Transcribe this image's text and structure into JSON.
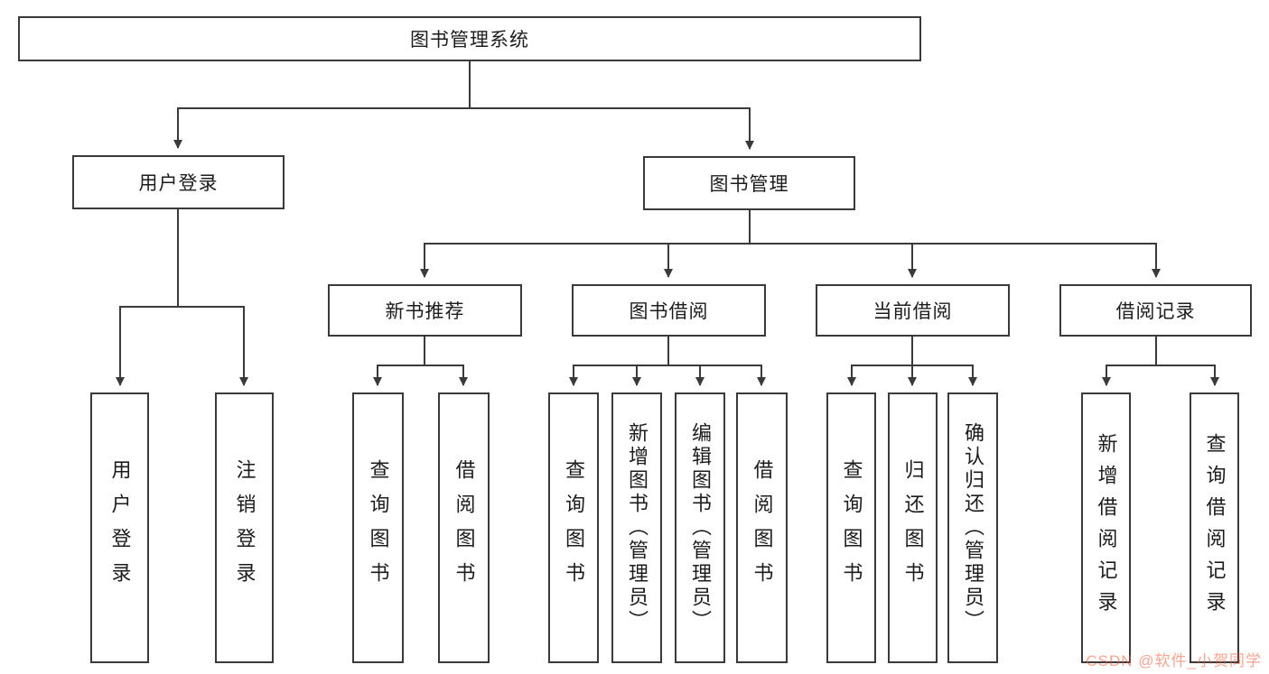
{
  "diagram": {
    "root": "图书管理系统",
    "branches": [
      {
        "label": "用户登录",
        "children": [
          "用户登录",
          "注销登录"
        ]
      },
      {
        "label": "图书管理",
        "children": [
          {
            "label": "新书推荐",
            "children": [
              "查询图书",
              "借阅图书"
            ]
          },
          {
            "label": "图书借阅",
            "children": [
              "查询图书",
              "新增图书（管理员）",
              "编辑图书（管理员）",
              "借阅图书"
            ]
          },
          {
            "label": "当前借阅",
            "children": [
              "查询图书",
              "归还图书",
              "确认归还（管理员）"
            ]
          },
          {
            "label": "借阅记录",
            "children": [
              "新增借阅记录",
              "查询借阅记录"
            ]
          }
        ]
      }
    ]
  },
  "watermark": {
    "text": "CSDN @软件_小贺同学"
  },
  "colors": {
    "line": "#3a3a3a",
    "box_border": "#3a3a3a",
    "watermark": "#fc5531",
    "background": "#ffffff"
  }
}
